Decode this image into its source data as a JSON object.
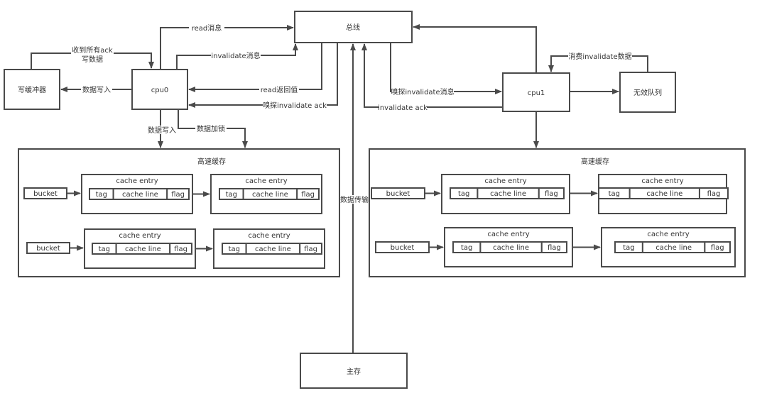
{
  "nodes": {
    "bus": "总线",
    "cpu0": "cpu0",
    "cpu1": "cpu1",
    "write_buffer": "写缓冲器",
    "invalid_queue": "无效队列",
    "main_memory": "主存"
  },
  "edges": {
    "cpu0_read_msg": "read消息",
    "cpu0_invalidate_msg": "invalidate消息",
    "wb_ack_line1": "收到所有ack",
    "wb_ack_line2": "写数据",
    "cpu0_to_wb": "数据写入",
    "bus_read_return": "read返回值",
    "bus_snoop_ack": "嗅探invalidate ack",
    "cpu0_data_write": "数据写入",
    "cpu0_data_lock": "数据加锁",
    "bus_snoop_msg": "嗅探invalidate消息",
    "cpu1_invalidate_ack": "invalidate ack",
    "consume_invalidate": "消费invalidate数据",
    "data_transfer": "数据传输"
  },
  "caches": [
    {
      "title": "高速缓存",
      "rows": [
        {
          "bucket": "bucket",
          "entries": [
            {
              "title": "cache entry",
              "fields": [
                "tag",
                "cache line",
                "flag"
              ]
            },
            {
              "title": "cache entry",
              "fields": [
                "tag",
                "cache line",
                "flag"
              ]
            }
          ]
        },
        {
          "bucket": "bucket",
          "entries": [
            {
              "title": "cache entry",
              "fields": [
                "tag",
                "cache line",
                "flag"
              ]
            },
            {
              "title": "cache entry",
              "fields": [
                "tag",
                "cache line",
                "flag"
              ]
            }
          ]
        }
      ]
    },
    {
      "title": "高速缓存",
      "rows": [
        {
          "bucket": "bucket",
          "entries": [
            {
              "title": "cache entry",
              "fields": [
                "tag",
                "cache line",
                "flag"
              ]
            },
            {
              "title": "cache entry",
              "fields": [
                "tag",
                "cache line",
                "flag"
              ]
            }
          ]
        },
        {
          "bucket": "bucket",
          "entries": [
            {
              "title": "cache entry",
              "fields": [
                "tag",
                "cache line",
                "flag"
              ]
            },
            {
              "title": "cache entry",
              "fields": [
                "tag",
                "cache line",
                "flag"
              ]
            }
          ]
        }
      ]
    }
  ]
}
